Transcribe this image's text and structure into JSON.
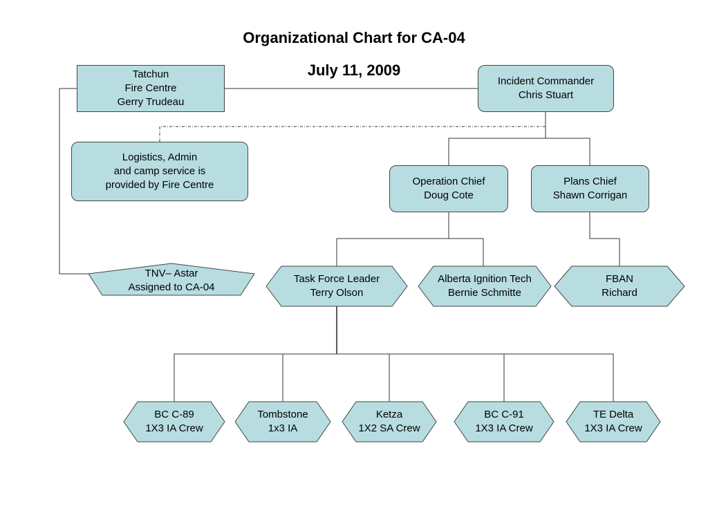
{
  "title": "Organizational Chart for CA-04",
  "date": "July 11, 2009",
  "colors": {
    "node_fill": "#b7dde1",
    "node_stroke": "#444444",
    "line": "#333333"
  },
  "nodes": {
    "tatchun": {
      "lines": [
        "Tatchun",
        "Fire Centre",
        "Gerry Trudeau"
      ]
    },
    "incident_commander": {
      "lines": [
        "Incident Commander",
        "Chris Stuart"
      ]
    },
    "logistics": {
      "lines": [
        "Logistics, Admin",
        "and camp service is",
        "provided by Fire Centre"
      ]
    },
    "operation_chief": {
      "lines": [
        "Operation Chief",
        "Doug Cote"
      ]
    },
    "plans_chief": {
      "lines": [
        "Plans Chief",
        "Shawn Corrigan"
      ]
    },
    "tnv_astar": {
      "lines": [
        "TNV– Astar",
        "Assigned to CA-04"
      ]
    },
    "task_force_leader": {
      "lines": [
        "Task Force Leader",
        "Terry Olson"
      ]
    },
    "alberta_ignition_tech": {
      "lines": [
        "Alberta Ignition Tech",
        "Bernie Schmitte"
      ]
    },
    "fban": {
      "lines": [
        "FBAN",
        "Richard"
      ]
    },
    "bc_c89": {
      "lines": [
        "BC C-89",
        "1X3 IA Crew"
      ]
    },
    "tombstone": {
      "lines": [
        "Tombstone",
        "1x3 IA"
      ]
    },
    "ketza": {
      "lines": [
        "Ketza",
        "1X2 SA Crew"
      ]
    },
    "bc_c91": {
      "lines": [
        "BC C-91",
        "1X3 IA Crew"
      ]
    },
    "te_delta": {
      "lines": [
        "TE Delta",
        "1X3 IA Crew"
      ]
    }
  }
}
